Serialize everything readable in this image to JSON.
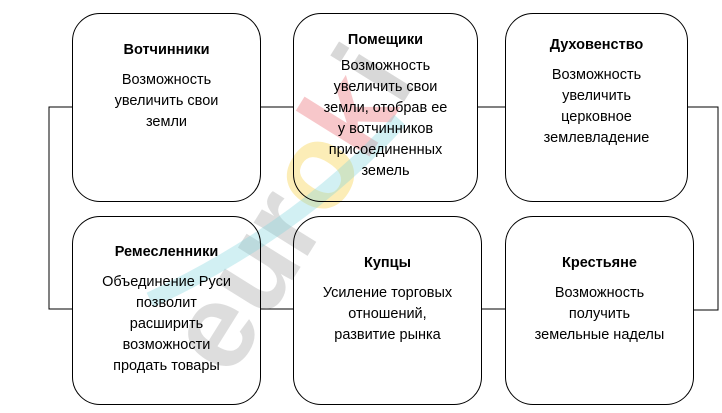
{
  "boxes": [
    {
      "title": "Вотчинники",
      "text": "Возможность\nувеличить свои\nземли"
    },
    {
      "title": "Помещики",
      "text": "Возможность\nувеличить свои\nземли, отобрав ее\nу вотчинников\nприсоединенных\nземель"
    },
    {
      "title": "Духовенство",
      "text": "Возможность\nувеличить\nцерковное\nземлевладение"
    },
    {
      "title": "Ремесленники",
      "text": "Объединение Руси\nпозволит\nрасширить\nвозможности\nпродать товары"
    },
    {
      "title": "Купцы",
      "text": "Усиление торговых\nотношений,\nразвитие рынка"
    },
    {
      "title": "Крестьяне",
      "text": "Возможность\nполучить\nземельные наделы"
    }
  ],
  "watermark": "euroki"
}
